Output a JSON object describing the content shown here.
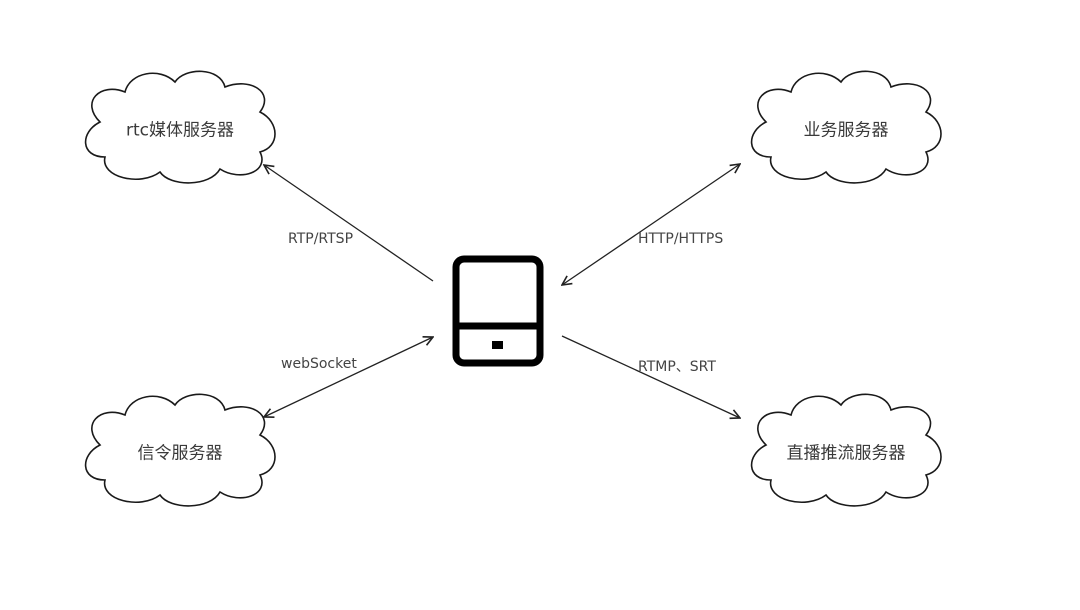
{
  "diagram": {
    "center_node": {
      "icon": "tablet-device-icon"
    },
    "nodes": [
      {
        "id": "rtc",
        "label": "rtc媒体服务器"
      },
      {
        "id": "business",
        "label": "业务服务器"
      },
      {
        "id": "signaling",
        "label": "信令服务器"
      },
      {
        "id": "live",
        "label": "直播推流服务器"
      }
    ],
    "edges": [
      {
        "from": "device",
        "to": "rtc",
        "label": "RTP/RTSP",
        "direction": "to-node"
      },
      {
        "from": "device",
        "to": "business",
        "label": "HTTP/HTTPS",
        "direction": "both"
      },
      {
        "from": "device",
        "to": "signaling",
        "label": "webSocket",
        "direction": "both"
      },
      {
        "from": "device",
        "to": "live",
        "label": "RTMP、SRT",
        "direction": "to-node"
      }
    ]
  },
  "colors": {
    "stroke": "#1a1a1a",
    "text": "#3a3a3a",
    "background": "#ffffff"
  }
}
